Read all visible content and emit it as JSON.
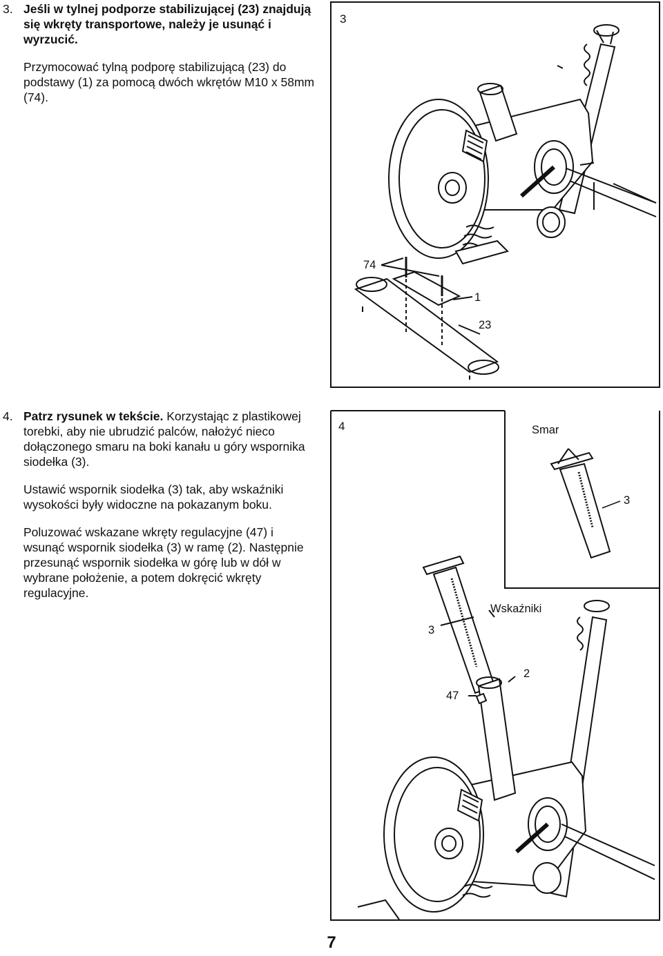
{
  "step3": {
    "number": "3.",
    "heading": "Jeśli w tylnej podporze stabilizującej (23) znajdują się wkręty transportowe, należy je usunąć i wyrzucić.",
    "paragraph": "Przymocować tylną podporę stabilizującą (23) do podstawy (1) za pomocą dwóch wkrętów M10 x 58mm (74)."
  },
  "step4": {
    "number": "4.",
    "lead_bold": "Patrz rysunek w tekście.",
    "lead_rest": "Korzystając z plastikowej torebki, aby nie ubrudzić palców, nałożyć nieco dołączonego smaru na boki kanału u góry wspornika siodełka (3).",
    "paragraph2": "Ustawić wspornik siodełka (3) tak, aby wskaźniki wysokości były widoczne na pokazanym boku.",
    "paragraph3": "Poluzować wskazane wkręty regulacyjne (47) i wsunąć wspornik siodełka (3) w ramę (2). Następnie przesunąć wspornik siodełka w górę lub w dół w wybrane położenie, a potem dokręcić wkręty regulacyjne."
  },
  "figure3": {
    "number": "3",
    "labels": {
      "screw": "74",
      "base": "1",
      "stabilizer": "23"
    }
  },
  "figure4": {
    "number": "4",
    "inset_label": "Smar",
    "inset_part": "3",
    "labels": {
      "seatpost": "3",
      "indicators": "Wskaźniki",
      "frame": "2",
      "knob": "47"
    }
  },
  "page_number": "7"
}
